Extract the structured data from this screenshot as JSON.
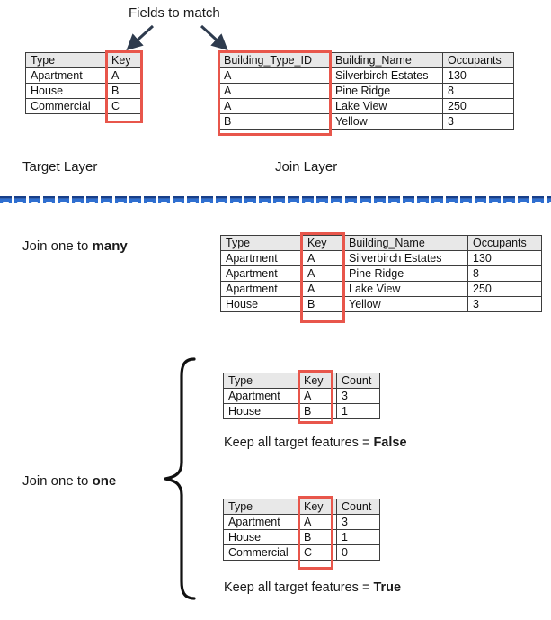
{
  "annotations": {
    "fields_to_match": "Fields to match",
    "target_layer": "Target Layer",
    "join_layer": "Join Layer",
    "join_one_to_many_prefix": "Join one to ",
    "join_one_to_many_emph": "many",
    "join_one_to_one_prefix": "Join one to ",
    "join_one_to_one_emph": "one",
    "keep_all_prefix": "Keep all target features = ",
    "keep_all_false": "False",
    "keep_all_true": "True"
  },
  "colors": {
    "highlight_red": "#e8564b",
    "header_gray": "#e8e8e8",
    "border_gray": "#3d3d3d",
    "arrow_navy": "#2e3b4e",
    "divider_blue": "#2f6fd0",
    "divider_dark_blue": "#173f8a",
    "text": "#1a1a1a"
  },
  "target_table": {
    "name": "Target Layer table",
    "headers": [
      "Type",
      "Key"
    ],
    "rows": [
      [
        "Apartment",
        "A"
      ],
      [
        "House",
        "B"
      ],
      [
        "Commercial",
        "C"
      ]
    ],
    "highlight_column": "Key"
  },
  "join_table": {
    "name": "Join Layer table",
    "headers": [
      "Building_Type_ID",
      "Building_Name",
      "Occupants"
    ],
    "rows": [
      [
        "A",
        "Silverbirch Estates",
        "130"
      ],
      [
        "A",
        "Pine Ridge",
        "8"
      ],
      [
        "A",
        "Lake View",
        "250"
      ],
      [
        "B",
        "Yellow",
        "3"
      ]
    ],
    "highlight_column": "Building_Type_ID"
  },
  "one_to_many_table": {
    "name": "Join one to many result table",
    "headers": [
      "Type",
      "Key",
      "Building_Name",
      "Occupants"
    ],
    "rows": [
      [
        "Apartment",
        "A",
        "Silverbirch Estates",
        "130"
      ],
      [
        "Apartment",
        "A",
        "Pine Ridge",
        "8"
      ],
      [
        "Apartment",
        "A",
        "Lake View",
        "250"
      ],
      [
        "House",
        "B",
        "Yellow",
        "3"
      ]
    ],
    "highlight_column": "Key"
  },
  "one_to_one_false_table": {
    "name": "Join one to one result table, keep all target features false",
    "headers": [
      "Type",
      "Key",
      "Count"
    ],
    "rows": [
      [
        "Apartment",
        "A",
        "3"
      ],
      [
        "House",
        "B",
        "1"
      ]
    ],
    "highlight_column": "Key"
  },
  "one_to_one_true_table": {
    "name": "Join one to one result table, keep all target features true",
    "headers": [
      "Type",
      "Key",
      "Count"
    ],
    "rows": [
      [
        "Apartment",
        "A",
        "3"
      ],
      [
        "House",
        "B",
        "1"
      ],
      [
        "Commercial",
        "C",
        "0"
      ]
    ],
    "highlight_column": "Key"
  }
}
